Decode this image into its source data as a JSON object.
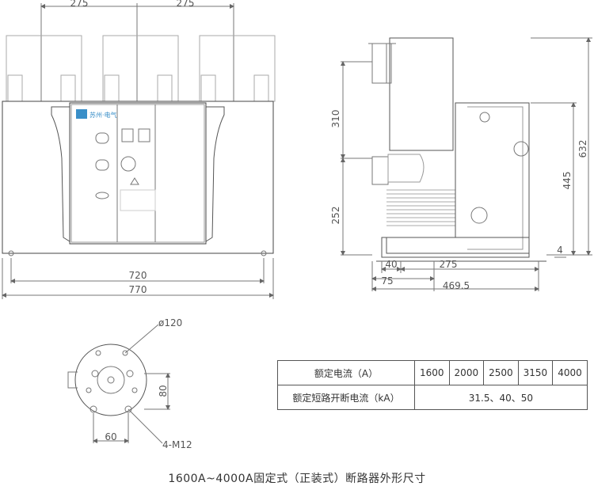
{
  "front_view": {
    "dim_top_left": "275",
    "dim_top_right": "275",
    "dim_inner_width": "720",
    "dim_outer_width": "770",
    "brand": "苏州·电气"
  },
  "side_view": {
    "dim_upper": "310",
    "dim_lower": "252",
    "dim_mid_height": "445",
    "dim_total_height": "632",
    "dim_small": "4",
    "dim_40": "40",
    "dim_275": "275",
    "dim_75": "75",
    "dim_469": "469.5"
  },
  "terminal": {
    "dim_diameter": "ø120",
    "dim_80": "80",
    "dim_60": "60",
    "dim_bolts": "4-M12"
  },
  "table": {
    "row1_label": "额定电流（A）",
    "currents": [
      "1600",
      "2000",
      "2500",
      "3150",
      "4000"
    ],
    "row2_label": "额定短路开断电流（kA）",
    "breaking": "31.5、40、50"
  },
  "caption": "1600A~4000A固定式（正装式）断路器外形尺寸"
}
